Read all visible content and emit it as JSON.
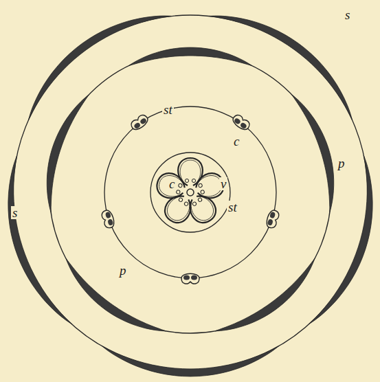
{
  "diagram": {
    "labels": [
      "s",
      "st",
      "c",
      "p",
      "c",
      "v",
      "st",
      "s",
      "p"
    ]
  }
}
